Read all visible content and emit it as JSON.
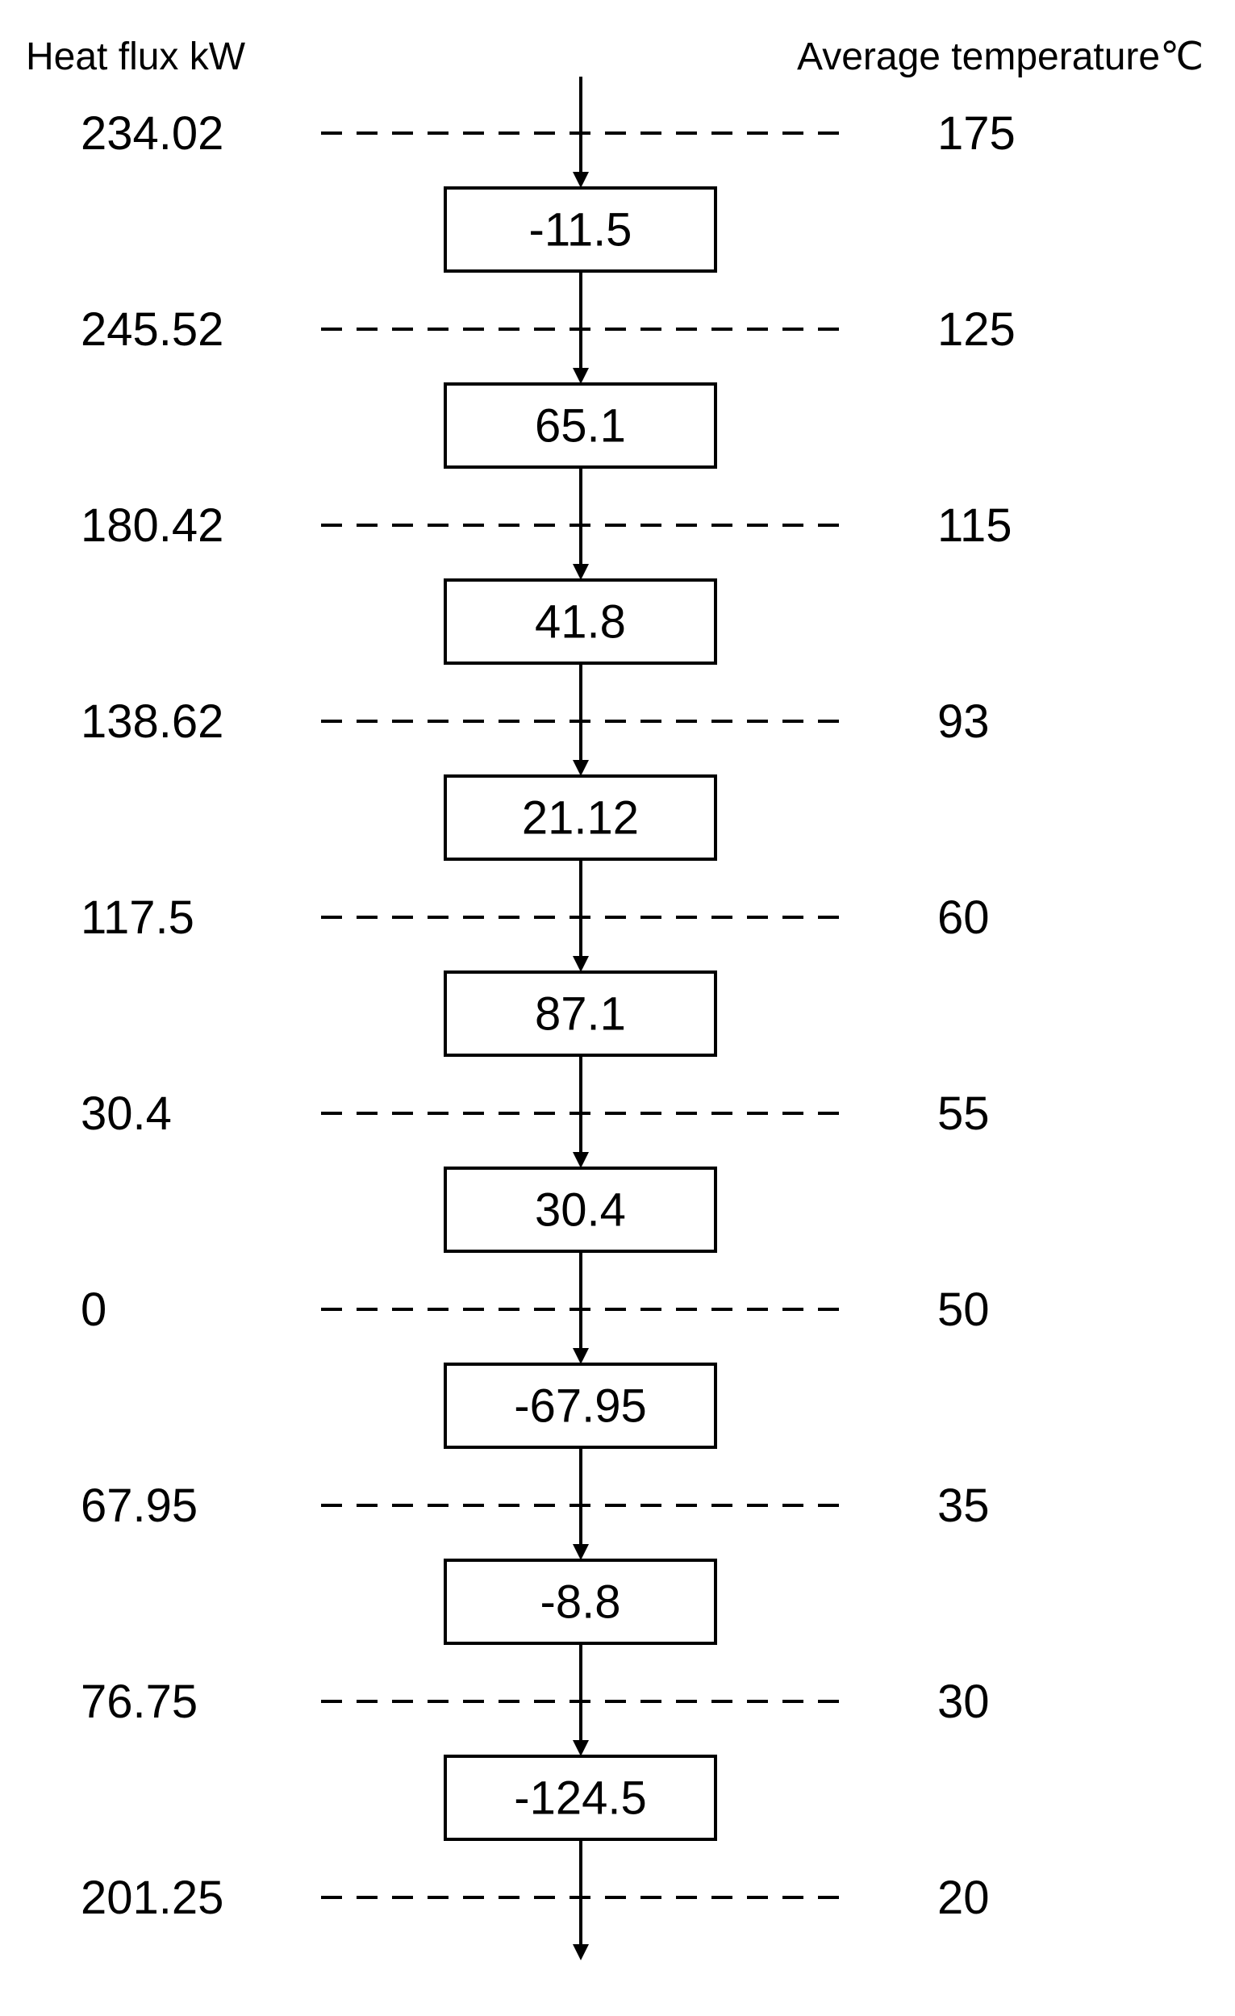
{
  "headers": {
    "heat_flux": "Heat flux kW",
    "average_temperature": "Average temperature℃"
  },
  "levels": [
    {
      "heat_flux": "234.02",
      "temperature": "175"
    },
    {
      "heat_flux": "245.52",
      "temperature": "125"
    },
    {
      "heat_flux": "180.42",
      "temperature": "115"
    },
    {
      "heat_flux": "138.62",
      "temperature": "93"
    },
    {
      "heat_flux": "117.5",
      "temperature": "60"
    },
    {
      "heat_flux": "30.4",
      "temperature": "55"
    },
    {
      "heat_flux": "0",
      "temperature": "50"
    },
    {
      "heat_flux": "67.95",
      "temperature": "35"
    },
    {
      "heat_flux": "76.75",
      "temperature": "30"
    },
    {
      "heat_flux": "201.25",
      "temperature": "20"
    }
  ],
  "intervals": [
    {
      "value": "-11.5"
    },
    {
      "value": "65.1"
    },
    {
      "value": "41.8"
    },
    {
      "value": "21.12"
    },
    {
      "value": "87.1"
    },
    {
      "value": "30.4"
    },
    {
      "value": "-67.95"
    },
    {
      "value": "-8.8"
    },
    {
      "value": "-124.5"
    }
  ]
}
